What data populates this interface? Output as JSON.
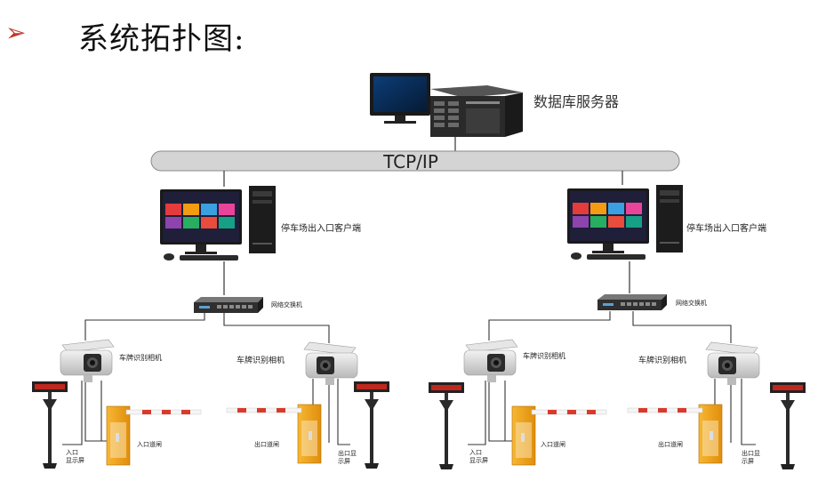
{
  "title": {
    "bullet": "➢",
    "text": "系统拓扑图:"
  },
  "network": {
    "bus_label": "TCP/IP"
  },
  "server": {
    "label": "数据库服务器"
  },
  "left": {
    "client_label": "停车场出入口客户端",
    "switch_label": "网络交换机",
    "camera_in_label": "车牌识别相机",
    "camera_out_label": "车牌识别相机",
    "gate_in_label": "入口道闸",
    "gate_out_label": "出口道闸",
    "display_in_label": [
      "入口",
      "显示屏"
    ],
    "display_out_label": [
      "出口显",
      "示屏"
    ]
  },
  "right": {
    "client_label": "停车场出入口客户端",
    "switch_label": "网络交换机",
    "camera_in_label": "车牌识别相机",
    "camera_out_label": "车牌识别相机",
    "gate_in_label": "入口道闸",
    "gate_out_label": "出口道闸",
    "display_in_label": [
      "入口",
      "显示屏"
    ],
    "display_out_label": [
      "出口显",
      "示屏"
    ]
  },
  "colors": {
    "bus": "#d4d4d4",
    "line": "#333333",
    "gate_body": "#f0a020",
    "gate_arm_red": "#d93a2b",
    "led": "#c0271d"
  }
}
